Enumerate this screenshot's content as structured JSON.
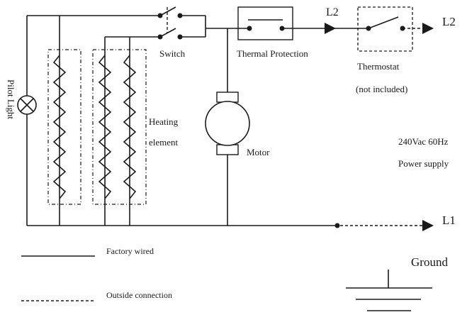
{
  "labels": {
    "pilot_light": "Pilot Light",
    "switch": "Switch",
    "thermal_protection": "Thermal Protection",
    "l2_top": "L2",
    "l2_right": "L2",
    "thermostat": "Thermostat",
    "thermostat_note": "(not included)",
    "heating_line1": "Heating",
    "heating_line2": "element",
    "motor": "Motor",
    "power_line1": "240Vac 60Hz",
    "power_line2": "Power supply",
    "l1": "L1",
    "ground": "Ground"
  },
  "legend": {
    "factory_wired": "Factory wired",
    "outside_connection": "Outside connection"
  }
}
